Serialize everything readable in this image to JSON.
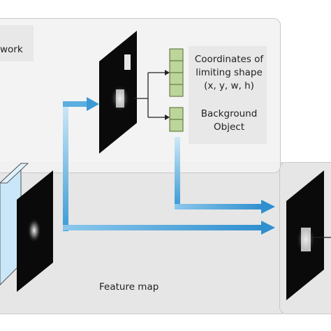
{
  "labels": {
    "network_partial": "work",
    "coords_line1": "Coordinates of",
    "coords_line2": "limiting shape",
    "coords_line3": "(x, y, w, h)",
    "cls_line1": "Background",
    "cls_line2": "Object",
    "feature_map": "Feature map"
  },
  "colors": {
    "panel_top": "#f2f2f2",
    "panel_bottom": "#e6e6e6",
    "label_box": "#e8e8e8",
    "vector_cell": "#bcd59a",
    "vector_border": "#4f6b2e",
    "arrow_blue": "#3a9bd5",
    "volume_front": "#9fd3f2",
    "volume_side": "#c9e7f8",
    "map_fill": "#0a0a0a"
  },
  "icons": [
    "right-arrow-icon"
  ]
}
